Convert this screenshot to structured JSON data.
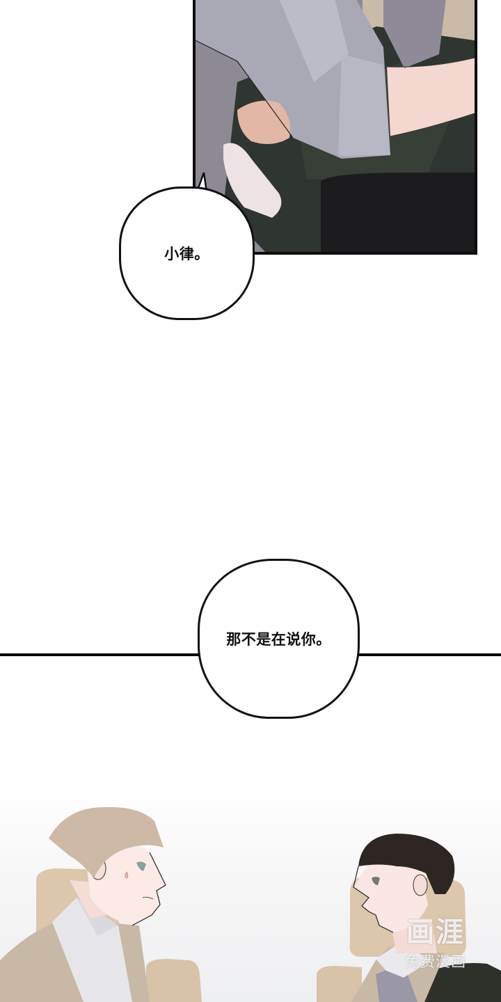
{
  "page": {
    "type": "webtoon-strip",
    "background_color": "#ffffff"
  },
  "panels": [
    {
      "id": "panel-1",
      "description": "Close-up of hands: one hand grips a dark green sleeve while a grey-sleeved arm reaches across",
      "border_color": "#0d0d0d",
      "colors": {
        "sleeve_grey": "#a9a9b6",
        "jacket_dark_green": "#2f3530",
        "skin": "#f2d4cc",
        "background_beige": "#c9bba8",
        "black_bag": "#1c1c1e"
      }
    },
    {
      "id": "panel-2",
      "description": "Two men facing each other in airplane seats; blond man on left sweating, dark-haired man on right",
      "colors": {
        "seat_beige": "#d8c3a8",
        "blond_hair": "#cdb9a5",
        "dark_hair": "#2e2623",
        "shirt_white": "#e6e6ea",
        "vest_beige": "#c8b9a6",
        "jacket_dark": "#2d3129",
        "skin": "#f7e4e0"
      }
    }
  ],
  "bubbles": [
    {
      "id": "bubble-1",
      "text": "小律。"
    },
    {
      "id": "bubble-2",
      "text": "那不是在说你。"
    }
  ],
  "watermark": {
    "logo": "画涯",
    "subtitle": "免费漫画"
  }
}
